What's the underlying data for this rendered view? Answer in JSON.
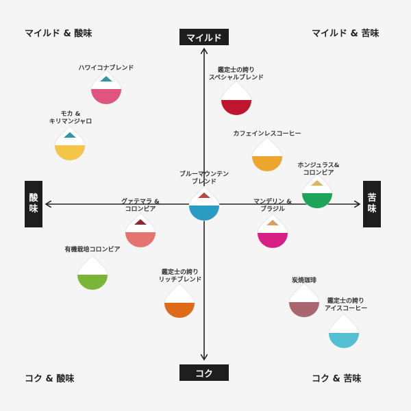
{
  "corners": {
    "top_left": "マイルド & 酸味",
    "top_right": "マイルド & 苦味",
    "bottom_left": "コク & 酸味",
    "bottom_right": "コク & 苦味"
  },
  "axes": {
    "top": "マイルド",
    "bottom": "コク",
    "left_line1": "酸",
    "left_line2": "味",
    "right_line1": "苦",
    "right_line2": "味"
  },
  "coffees": [
    {
      "line1": "ハワイコナブレンド",
      "line2": "",
      "color": "#e0557f",
      "cap": "#2a9aa0"
    },
    {
      "line1": "モカ &",
      "line2": "キリマンジャロ",
      "color": "#f3c64a",
      "cap": "#2a9aa0"
    },
    {
      "line1": "鑑定士の誇り",
      "line2": "スペシャルブレンド",
      "color": "#c0152e",
      "cap": ""
    },
    {
      "line1": "カフェインレスコーヒー",
      "line2": "",
      "color": "#eea52d",
      "cap": ""
    },
    {
      "line1": "ホンジュラス&",
      "line2": "コロンビア",
      "color": "#1ea35b",
      "cap": "#d9b65a"
    },
    {
      "line1": "ブルーマウンテン",
      "line2": "ブレンド",
      "color": "#2a9cc4",
      "cap": "#b84a4a"
    },
    {
      "line1": "グァテマラ &",
      "line2": "コロンビア",
      "color": "#e57370",
      "cap": "#8a2a2a"
    },
    {
      "line1": "マンデリン &",
      "line2": "ブラジル",
      "color": "#d81f86",
      "cap": "#d7a060"
    },
    {
      "line1": "有機栽培コロンビア",
      "line2": "",
      "color": "#7ab538",
      "cap": ""
    },
    {
      "line1": "鑑定士の誇り",
      "line2": "リッチブレンド",
      "color": "#dd6b1a",
      "cap": ""
    },
    {
      "line1": "炭焼珈琲",
      "line2": "",
      "color": "#a96570",
      "cap": ""
    },
    {
      "line1": "鑑定士の誇り",
      "line2": "アイスコーヒー",
      "color": "#53bfd1",
      "cap": ""
    }
  ]
}
